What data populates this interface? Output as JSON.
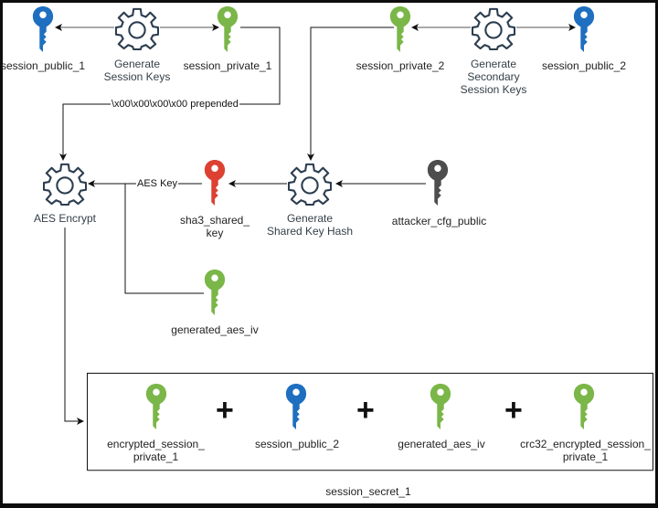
{
  "colors": {
    "public_key": "#1e6fbf",
    "private_key": "#7ab648",
    "derived_key": "#dd4131",
    "attacker_key": "#4d4d4d",
    "gear": "#2c3e50",
    "line": "#111111"
  },
  "nodes": {
    "session_public_1": {
      "label": "session_public_1",
      "icon": "key-icon",
      "kind": "public_key"
    },
    "generate_session_keys": {
      "label_line1": "Generate",
      "label_line2": "Session Keys",
      "icon": "gear-icon"
    },
    "session_private_1": {
      "label": "session_private_1",
      "icon": "key-icon",
      "kind": "private_key"
    },
    "session_private_2": {
      "label": "session_private_2",
      "icon": "key-icon",
      "kind": "private_key"
    },
    "generate_secondary_session_keys": {
      "label_line1": "Generate",
      "label_line2": "Secondary",
      "label_line3": "Session Keys",
      "icon": "gear-icon"
    },
    "session_public_2": {
      "label": "session_public_2",
      "icon": "key-icon",
      "kind": "public_key"
    },
    "aes_encrypt": {
      "label": "AES Encrypt",
      "icon": "gear-icon"
    },
    "sha3_shared_key": {
      "label_line1": "sha3_shared_",
      "label_line2": "key",
      "icon": "key-icon",
      "kind": "derived_key"
    },
    "generate_shared_key_hash": {
      "label_line1": "Generate",
      "label_line2": "Shared Key Hash",
      "icon": "gear-icon"
    },
    "attacker_cfg_public": {
      "label": "attacker_cfg_public",
      "icon": "key-icon",
      "kind": "attacker_key"
    },
    "generated_aes_iv": {
      "label": "generated_aes_iv",
      "icon": "key-icon",
      "kind": "private_key"
    }
  },
  "edges": {
    "prepended_label": "\\x00\\x00\\x00\\x00 prepended",
    "aes_key_label": "AES Key"
  },
  "session_secret": {
    "title": "session_secret_1",
    "plus": "+",
    "items": [
      {
        "label_line1": "encrypted_session_",
        "label_line2": "private_1",
        "kind": "private_key"
      },
      {
        "label_line1": "session_public_2",
        "label_line2": "",
        "kind": "public_key"
      },
      {
        "label_line1": "generated_aes_iv",
        "label_line2": "",
        "kind": "private_key"
      },
      {
        "label_line1": "crc32_encrypted_session_",
        "label_line2": "private_1",
        "kind": "private_key"
      }
    ]
  }
}
